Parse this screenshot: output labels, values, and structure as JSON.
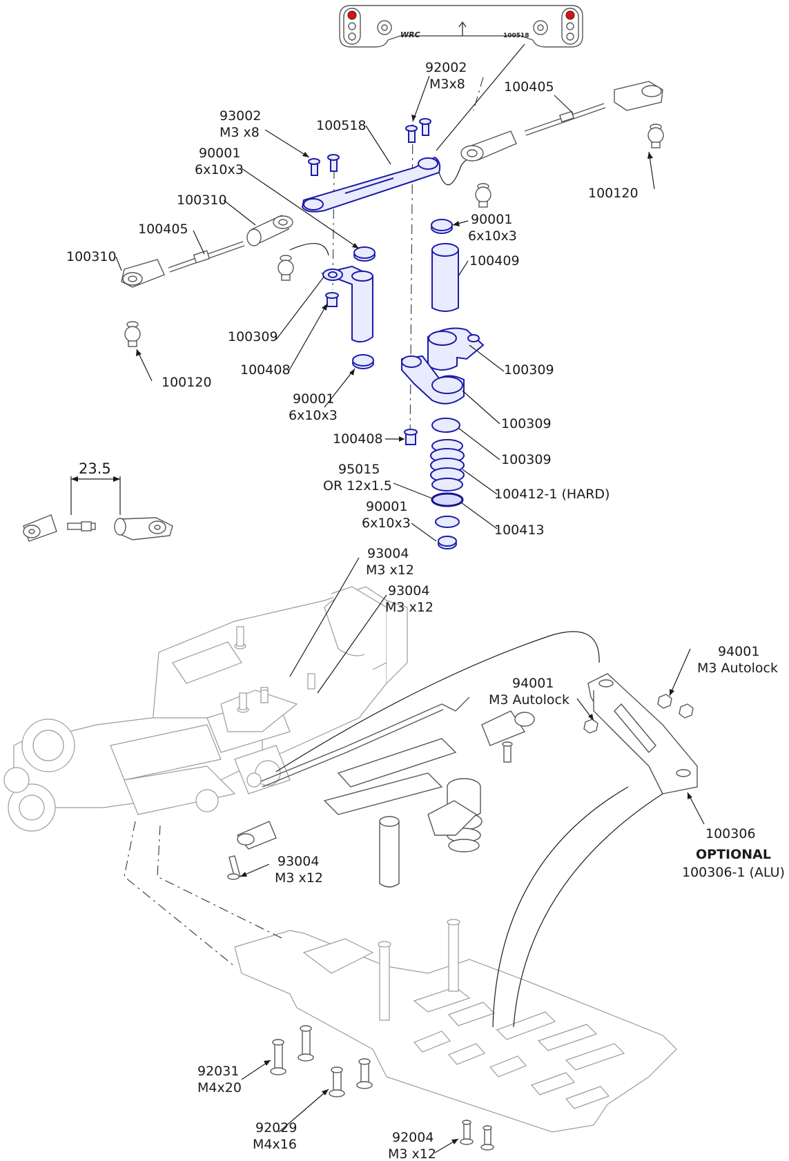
{
  "labels": {
    "p92002": [
      "92002",
      "M3x8"
    ],
    "p100405_top": [
      "100405"
    ],
    "p93002": [
      "93002",
      "M3 x8"
    ],
    "p100518": [
      "100518"
    ],
    "p90001_a": [
      "90001",
      "6x10x3"
    ],
    "p100310_a": [
      "100310"
    ],
    "p100405_left": [
      "100405"
    ],
    "p100310_b": [
      "100310"
    ],
    "p100120_right": [
      "100120"
    ],
    "p90001_b": [
      "90001",
      "6x10x3"
    ],
    "p100409": [
      "100409"
    ],
    "p100309_a": [
      "100309"
    ],
    "p100408_a": [
      "100408"
    ],
    "p100309_b": [
      "100309"
    ],
    "p100120_left": [
      "100120"
    ],
    "p90001_c": [
      "90001",
      "6x10x3"
    ],
    "p100309_c": [
      "100309"
    ],
    "p100408_b": [
      "100408"
    ],
    "p100309_d": [
      "100309"
    ],
    "p95015": [
      "95015",
      "OR 12x1.5"
    ],
    "p100412": [
      "100412-1 (HARD)"
    ],
    "p90001_d": [
      "90001",
      "6x10x3"
    ],
    "p100413": [
      "100413"
    ],
    "p93004_a": [
      "93004",
      "M3 x12"
    ],
    "p93004_b": [
      "93004",
      "M3 x12"
    ],
    "p94001_a": [
      "94001",
      "M3 Autolock"
    ],
    "p94001_b": [
      "94001",
      "M3 Autolock"
    ],
    "p100306": [
      "100306"
    ],
    "p100306_opt": [
      "OPTIONAL"
    ],
    "p100306_alu": [
      "100306-1 (ALU)"
    ],
    "p93004_c": [
      "93004",
      "M3 x12"
    ],
    "p92031": [
      "92031",
      "M4x20"
    ],
    "p92029": [
      "92029",
      "M4x16"
    ],
    "p92004": [
      "92004",
      "M3 x12"
    ]
  },
  "dimension": {
    "value": "23.5"
  },
  "part_inset": {
    "brand": "WRC",
    "part_no": "100518"
  },
  "colors": {
    "highlight_blue": "#1a1aa8",
    "marker_red": "#e01010",
    "line": "#1a1a1a"
  }
}
